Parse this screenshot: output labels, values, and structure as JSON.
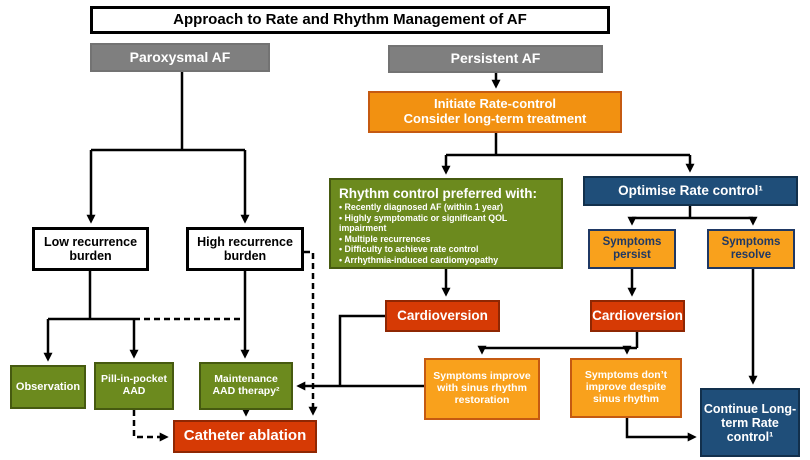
{
  "title": "Approach to Rate and Rhythm Management of AF",
  "colors": {
    "gray": "#7F7F7F",
    "orange": "#F29111",
    "orange_light": "#F9A11C",
    "olive_green": "#6C8A1E",
    "red": "#D63A05",
    "navy": "#1F4E79",
    "connector": "#000000"
  },
  "nodes": {
    "paroxysmal": "Paroxysmal AF",
    "persistent": "Persistent AF",
    "initiate": {
      "lines": [
        "Initiate Rate-control",
        "Consider long-term treatment"
      ]
    },
    "rhythm": {
      "heading": "Rhythm control preferred with:",
      "bullets": [
        "Recently diagnosed AF (within 1 year)",
        "Highly symptomatic or significant QOL impairment",
        "Multiple recurrences",
        "Difficulty to achieve rate control",
        "Arrhythmia-induced cardiomyopathy"
      ]
    },
    "optimise": "Optimise Rate control¹",
    "symptoms_persist": "Symptoms persist",
    "symptoms_resolve": "Symptoms resolve",
    "low_recurrence": "Low recurrence burden",
    "high_recurrence": "High recurrence burden",
    "observation": "Observation",
    "pill_in_pocket": "Pill-in-pocket AAD",
    "maintenance": "Maintenance AAD therapy²",
    "catheter": "Catheter ablation",
    "cardioversion_left": "Cardioversion",
    "cardioversion_right": "Cardioversion",
    "symptoms_improve": "Symptoms improve with sinus rhythm restoration",
    "symptoms_dont_improve": "Symptoms don’t improve despite sinus rhythm",
    "continue_rate": "Continue Long-term Rate control¹"
  }
}
